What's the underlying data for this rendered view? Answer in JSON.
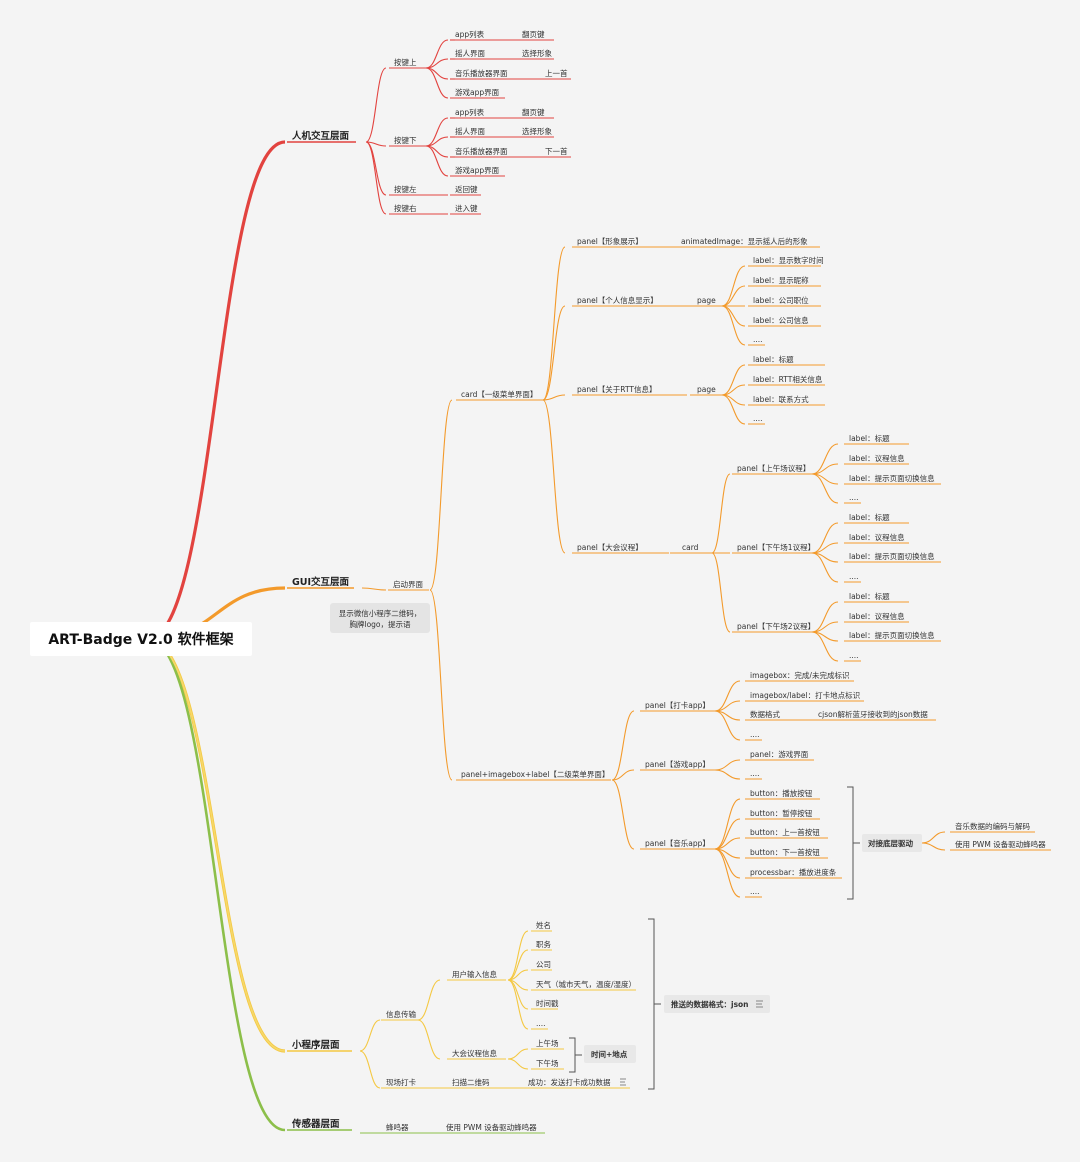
{
  "root": "ART-Badge V2.0 软件框架",
  "colors": {
    "red": "#e2433f",
    "orange": "#f39a2b",
    "yellow": "#f4c842",
    "green": "#8cbf4a",
    "lightyellow": "#f6d86a"
  },
  "nodes": {
    "hci": "人机交互层面",
    "gui": "GUI交互层面",
    "mini": "小程序层面",
    "sensor": "传感器层面",
    "key_up": "按键上",
    "key_down": "按键下",
    "key_left": "按键左",
    "key_right": "按键右",
    "app_list": "app列表",
    "shake": "摇人界面",
    "music_ui": "音乐播放器界面",
    "game_ui": "游戏app界面",
    "page_turn": "翻页键",
    "choose_char": "选择形象",
    "prev_song": "上一首",
    "next_song": "下一首",
    "back_key": "返回键",
    "enter_key": "进入键",
    "startup": "启动界面",
    "startup_desc": "显示微信小程序二维码，胸牌logo，提示语",
    "card_main": "card【一级菜单界面】",
    "panel_char": "panel【形象展示】",
    "anim_image": "animatedImage：显示摇人后的形象",
    "panel_info": "panel【个人信息显示】",
    "page": "page",
    "lbl_time": "label：显示数字时间",
    "lbl_nick": "label：显示昵称",
    "lbl_pos": "label：公司职位",
    "lbl_company": "label：公司信息",
    "dots": "....",
    "panel_rtt": "panel【关于RTT信息】",
    "lbl_title": "label：标题",
    "lbl_rtt": "label：RTT相关信息",
    "lbl_contact": "label：联系方式",
    "panel_conf": "panel【大会议程】",
    "card": "card",
    "panel_am": "panel【上午场议程】",
    "panel_pm1": "panel【下午场1议程】",
    "panel_pm2": "panel【下午场2议程】",
    "lbl_agenda": "label：议程信息",
    "lbl_switch": "label：提示页面切换信息",
    "panel_second": "panel+imagebox+label【二级菜单界面】",
    "panel_checkin": "panel【打卡app】",
    "img_done": "imagebox：完成/未完成标识",
    "img_place": "imagebox/label：打卡地点标识",
    "data_fmt": "数据格式",
    "cjson": "cjson解析蓝牙接收到的json数据",
    "panel_game": "panel【游戏app】",
    "lbl_game": "panel：游戏界面",
    "panel_music": "panel【音乐app】",
    "btn_play": "button：播放按钮",
    "btn_pause": "button：暂停按钮",
    "btn_prev": "button：上一首按钮",
    "btn_next": "button：下一首按钮",
    "progress": "processbar：播放进度条",
    "driver": "对接底层驱动",
    "codec": "音乐数据的编码与解码",
    "pwm_buzz": "使用 PWM 设备驱动蜂鸣器",
    "info_trans": "信息传输",
    "user_input": "用户输入信息",
    "name": "姓名",
    "job": "职务",
    "company": "公司",
    "weather": "天气（城市天气，温度/湿度）",
    "timestamp": "时间戳",
    "conf_info": "大会议程信息",
    "am": "上午场",
    "pm": "下午场",
    "time_place": "时间+地点",
    "json_fmt": "推送的数据格式：json",
    "onsite": "现场打卡",
    "scan_qr": "扫描二维码",
    "success": "成功：发送打卡成功数据",
    "buzzer": "蜂鸣器"
  }
}
